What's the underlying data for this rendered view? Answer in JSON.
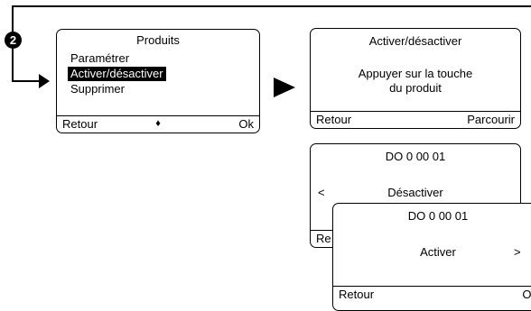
{
  "step": "2",
  "screen_menu": {
    "title": "Produits",
    "items": [
      "Paramétrer",
      "Activer/désactiver",
      "Supprimer"
    ],
    "selected_index": 1,
    "footer_left": "Retour",
    "footer_mid": "♦",
    "footer_right": "Ok"
  },
  "screen_activate": {
    "title": "Activer/désactiver",
    "line1": "Appuyer sur la touche",
    "line2": "du produit",
    "footer_left": "Retour",
    "footer_right": "Parcourir"
  },
  "screen_deactivate": {
    "title": "DO 0 00 01",
    "left_arrow": "<",
    "label": "Désactiver",
    "footer_left": "Re"
  },
  "screen_enable": {
    "title": "DO 0 00 01",
    "label": "Activer",
    "right_arrow": ">",
    "footer_left": "Retour",
    "footer_right": "Ok"
  }
}
